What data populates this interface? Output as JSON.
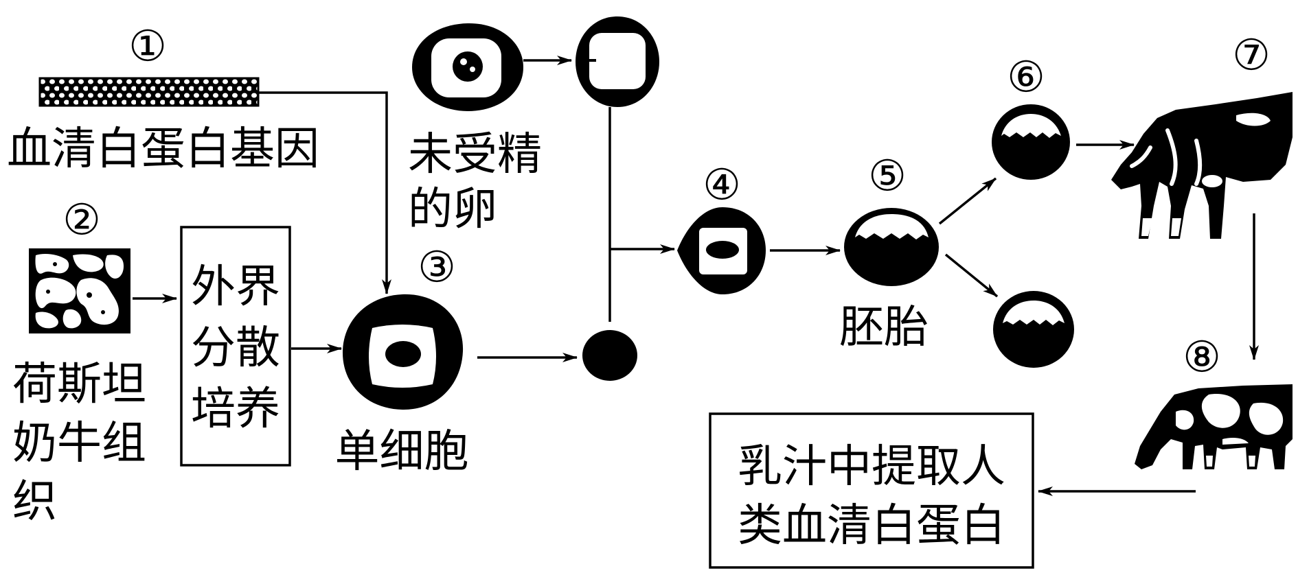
{
  "step_numbers": {
    "gene": "①",
    "tissue": "②",
    "single_cell": "③",
    "reconstructed_cell": "④",
    "embryo": "⑤",
    "transferred_embryo": "⑥",
    "recipient_cow": "⑦",
    "offspring_cow": "⑧"
  },
  "labels": {
    "gene": "血清白蛋白基因",
    "tissue": [
      "荷斯坦",
      "奶牛组",
      "织"
    ],
    "culture": [
      "外界",
      "分散",
      "培养"
    ],
    "single_cell": "单细胞",
    "egg": [
      "未受精",
      "的卵"
    ],
    "embryo": "胚胎",
    "result": [
      "乳汁中提取人",
      "类血清白蛋白"
    ]
  },
  "colors": {
    "ink": "#000000",
    "background": "#ffffff"
  }
}
